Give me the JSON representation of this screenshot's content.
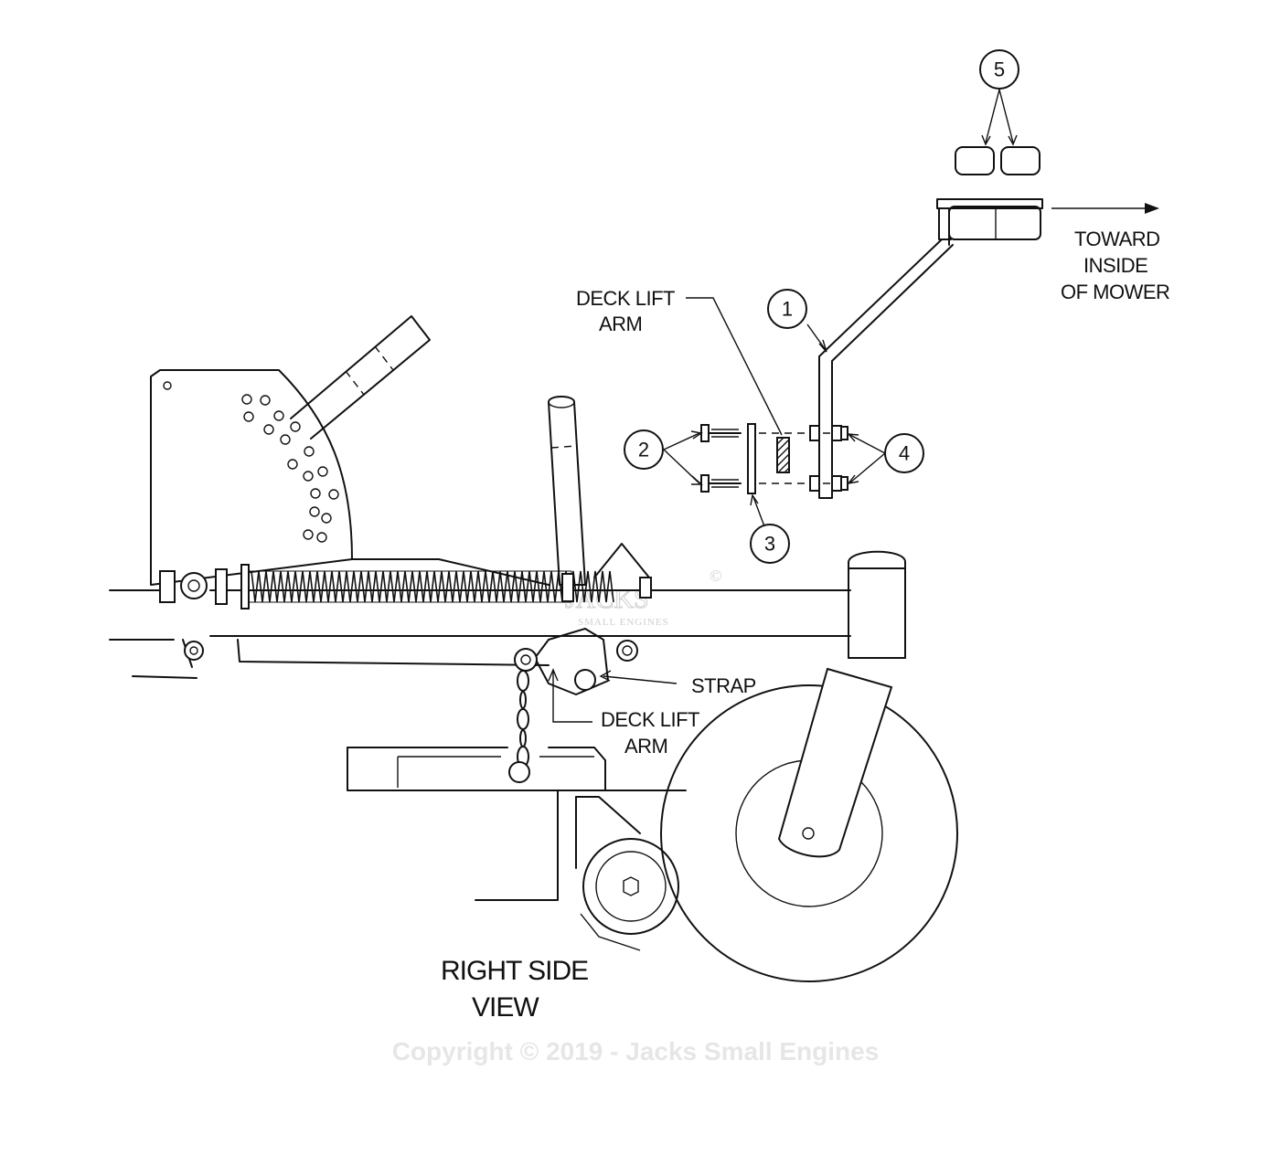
{
  "labels": {
    "toward_1": "TOWARD",
    "toward_2": "INSIDE",
    "toward_3": "OF MOWER",
    "deck_lift_top_1": "DECK LIFT",
    "deck_lift_top_2": "ARM",
    "strap": "STRAP",
    "deck_lift_bottom_1": "DECK LIFT",
    "deck_lift_bottom_2": "ARM",
    "view_1": "RIGHT SIDE",
    "view_2": "VIEW"
  },
  "callouts": [
    "1",
    "2",
    "3",
    "4",
    "5"
  ],
  "watermark": {
    "copyright": "Copyright © 2019 - Jacks Small Engines",
    "logo": "JACKS",
    "logo_sub": "SMALL ENGINES",
    "logo_mark": "©"
  }
}
